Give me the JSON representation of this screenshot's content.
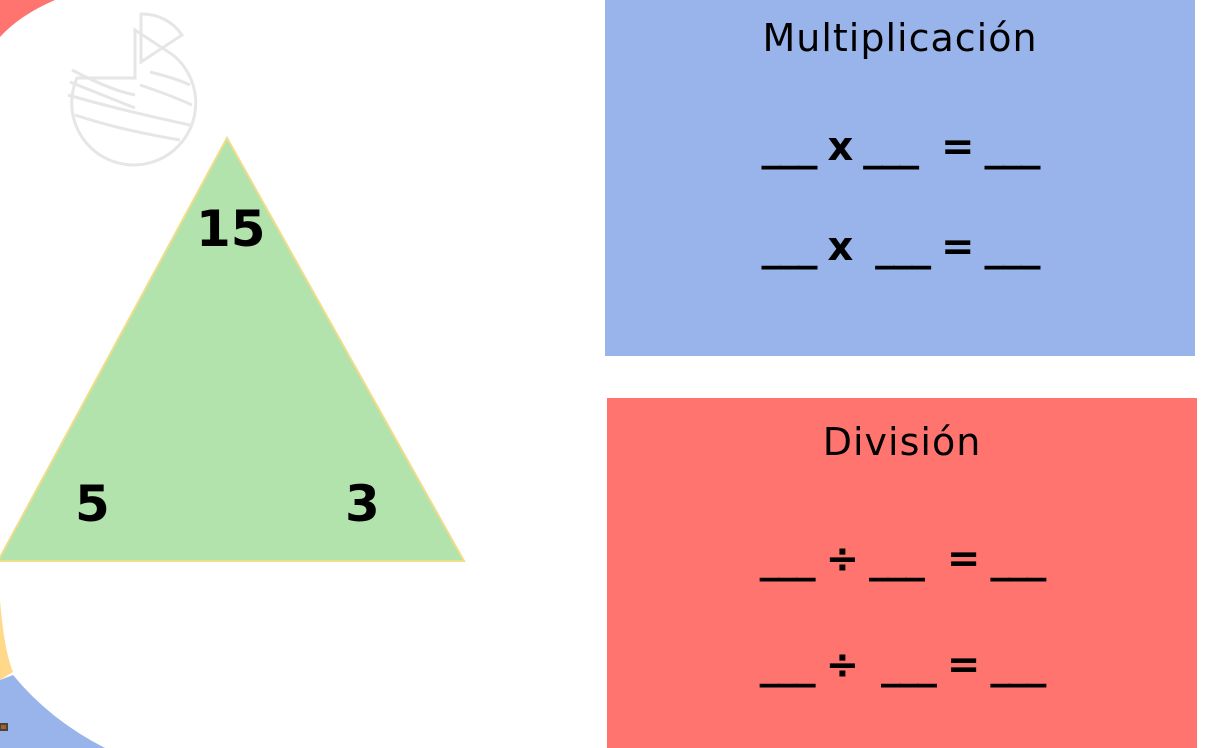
{
  "triangle": {
    "top": "15",
    "left": "5",
    "right": "3"
  },
  "multiplication": {
    "title": "Multiplicación",
    "equations": [
      "___ x ___  = ___",
      "___ x  ___ = ___"
    ]
  },
  "division": {
    "title": "División",
    "equations": [
      "___ ÷ ___  = ___",
      "___ ÷  ___ = ___"
    ]
  },
  "colors": {
    "blue": "#99b3eb",
    "red": "#ff746e",
    "green": "#b3e3ad",
    "yellow": "#ffd88a"
  }
}
